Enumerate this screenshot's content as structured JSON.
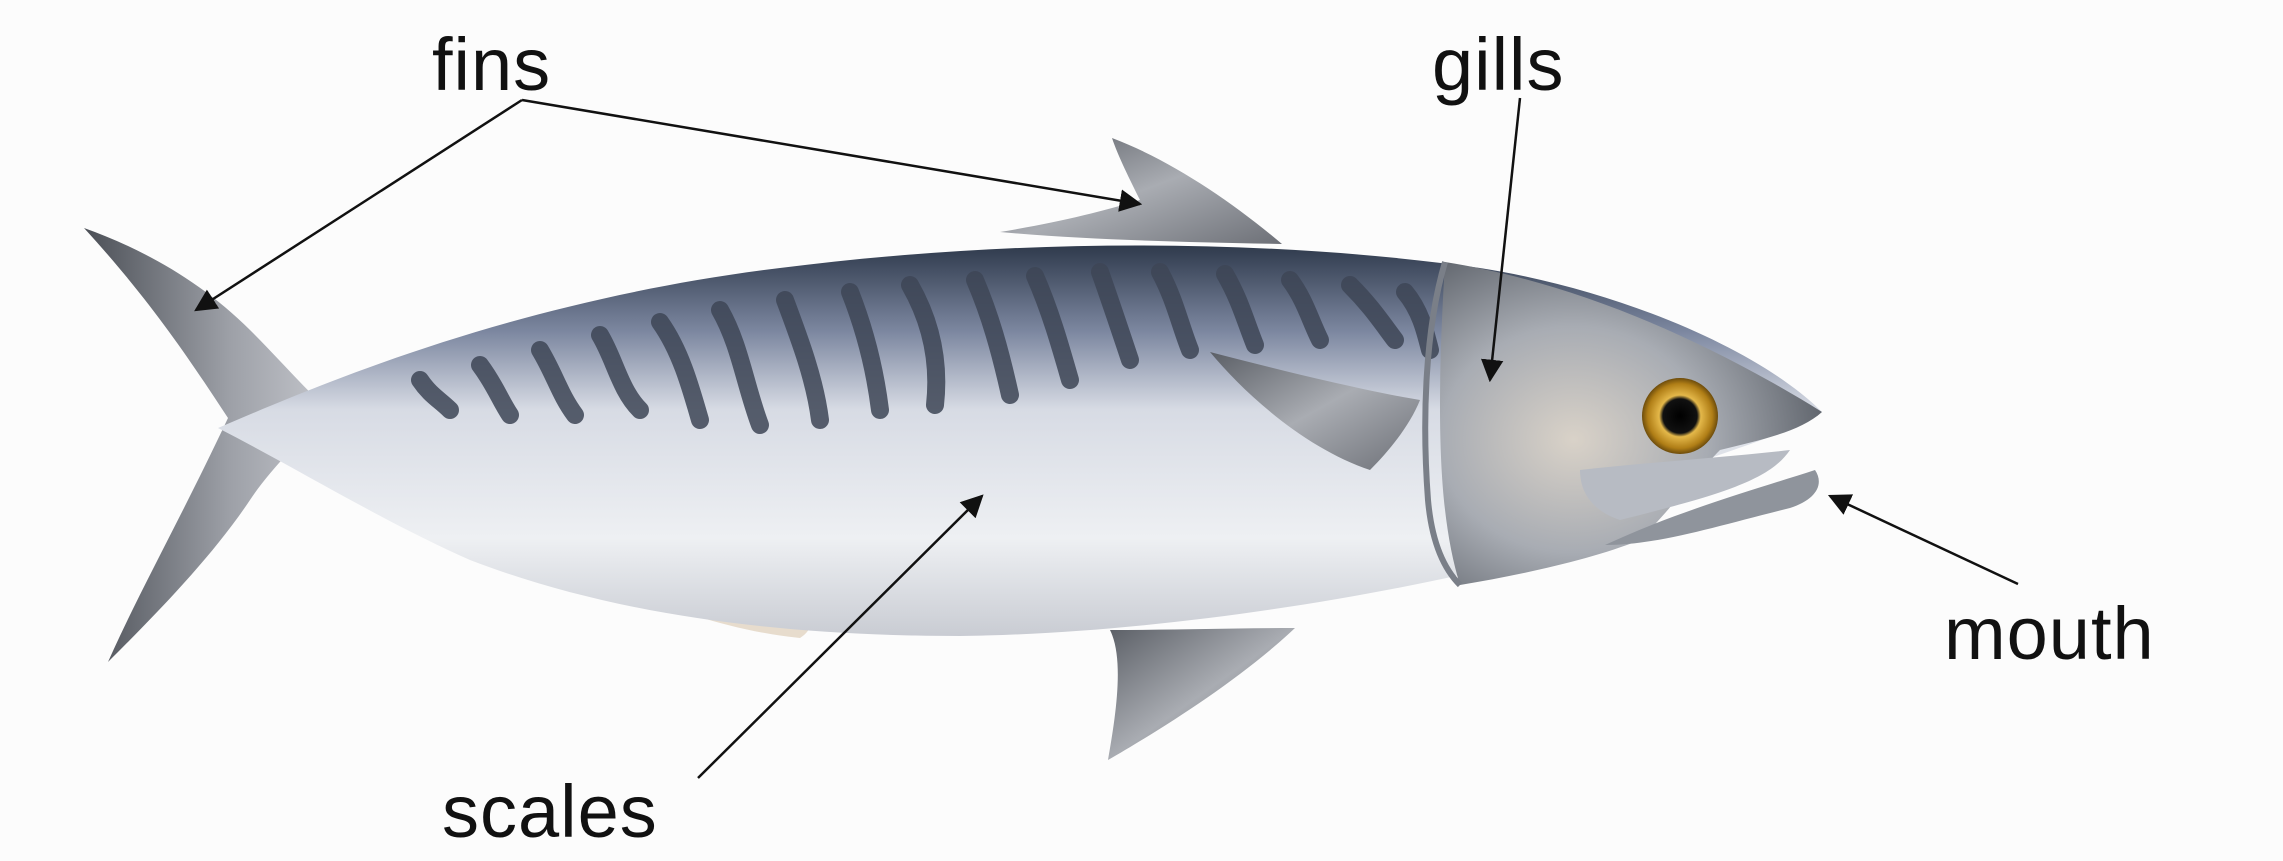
{
  "labels": {
    "fins": "fins",
    "gills": "gills",
    "mouth": "mouth",
    "scales": "scales"
  },
  "colors": {
    "background": "#fcfcfc",
    "label_text": "#111111",
    "leader_line": "#111111",
    "body_light": "#e6e8ee",
    "body_dark_stripes": "#4a5263",
    "fin_grey": "#8a8d93",
    "eye_ring": "#c9961f"
  },
  "icons": {
    "subject": "mackerel-fish"
  }
}
